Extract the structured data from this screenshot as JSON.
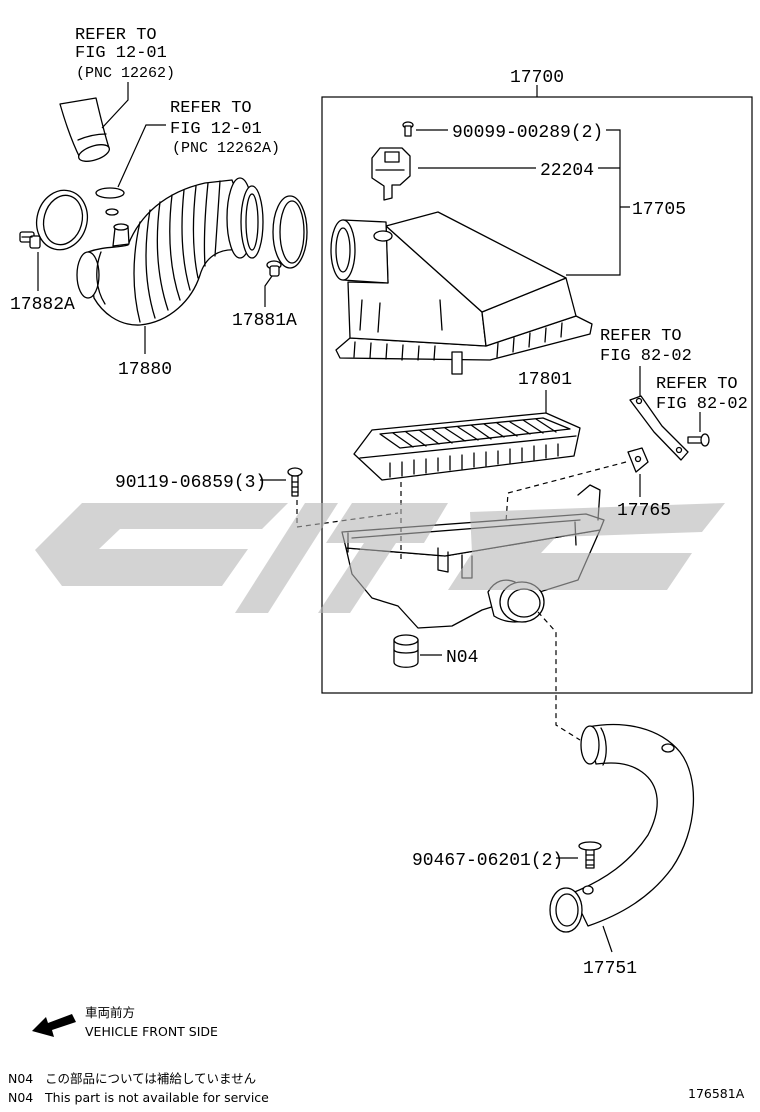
{
  "diagram": {
    "figure_id": "176581A",
    "assembly_label": "17700"
  },
  "callouts": {
    "hose_ref": {
      "line1": "REFER TO",
      "line2": "FIG 12-01",
      "line3": "(PNC 12262)"
    },
    "clip_ref": {
      "line1": "REFER TO",
      "line2": "FIG 12-01",
      "line3": "(PNC 12262A)"
    },
    "bracket_ref": {
      "line1": "REFER TO",
      "line2": "FIG 82-02"
    },
    "bolt_ref": {
      "line1": "REFER TO",
      "line2": "FIG 82-02"
    }
  },
  "parts": {
    "screw": "90099-00289(2)",
    "sensor": "22204",
    "cap": "17705",
    "clamp_left": "17882A",
    "clamp_right": "17881A",
    "hose_inlet": "17880",
    "element": "17801",
    "bolt": "90119-06859(3)",
    "bracket": "17765",
    "grommet": "N04",
    "hose_bolt": "90467-06201(2)",
    "hose_outlet": "17751"
  },
  "orientation": {
    "label_jp": "車両前方",
    "label_en": "VEHICLE FRONT SIDE",
    "arrow_icon": "arrow-left-down-icon"
  },
  "notes": [
    {
      "code": "N04",
      "text": "この部品については補給していません"
    },
    {
      "code": "N04",
      "text": "This part is not available for service"
    }
  ],
  "colors": {
    "line": "#000000",
    "watermark": "#b5b5b5",
    "background": "#ffffff"
  }
}
